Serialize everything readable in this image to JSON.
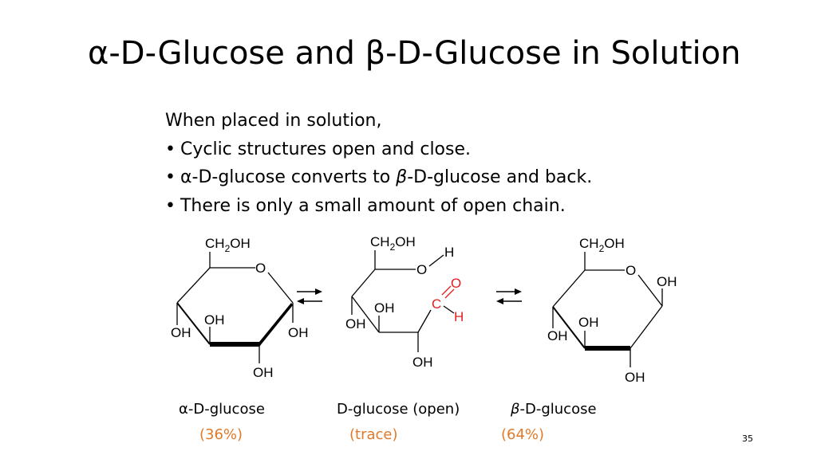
{
  "slide": {
    "title": {
      "alpha": "α",
      "text": "-D-Glucose and β-D-Glucose in Solution"
    },
    "intro": "When placed in solution,",
    "bullets": [
      {
        "parts": [
          "Cyclic structures open and close."
        ]
      },
      {
        "alpha": "α",
        "mid": "-D-glucose converts to ",
        "beta": "β",
        "end": "-D-glucose and back."
      },
      {
        "parts": [
          "There is only a  small amount of open chain."
        ]
      }
    ],
    "bullet_char": "•",
    "slide_number": "35"
  },
  "molecules": {
    "alpha": {
      "ch2oh_a": "CH",
      "ch2oh_sub": "2",
      "ch2oh_b": "OH",
      "ring_o": "O",
      "oh_c4": "OH",
      "oh_c3": "OH",
      "oh_c2": "OH",
      "oh_c1": "OH",
      "name_prefix": "α",
      "name": "-D-glucose",
      "percent": "(36%)"
    },
    "open": {
      "ch2oh_a": "CH",
      "ch2oh_sub": "2",
      "ch2oh_b": "OH",
      "h_top": "H",
      "o_top": "O",
      "c_aldehyde": "C",
      "o_aldehyde": "O",
      "h_aldehyde": "H",
      "oh_left": "OH",
      "oh_mid": "OH",
      "oh_bottom": "OH",
      "name": "D-glucose (open)",
      "percent": "(trace)",
      "aldehyde_color": "#e02020"
    },
    "beta": {
      "ch2oh_a": "CH",
      "ch2oh_sub": "2",
      "ch2oh_b": "OH",
      "ring_o": "O",
      "oh_c1": "OH",
      "oh_c4": "OH",
      "oh_c3": "OH",
      "oh_c2": "OH",
      "name_prefix": "β",
      "name": "-D-glucose",
      "percent": "(64%)"
    }
  },
  "colors": {
    "percent": "#e07a2a",
    "aldehyde": "#e02020",
    "text": "#000000"
  }
}
